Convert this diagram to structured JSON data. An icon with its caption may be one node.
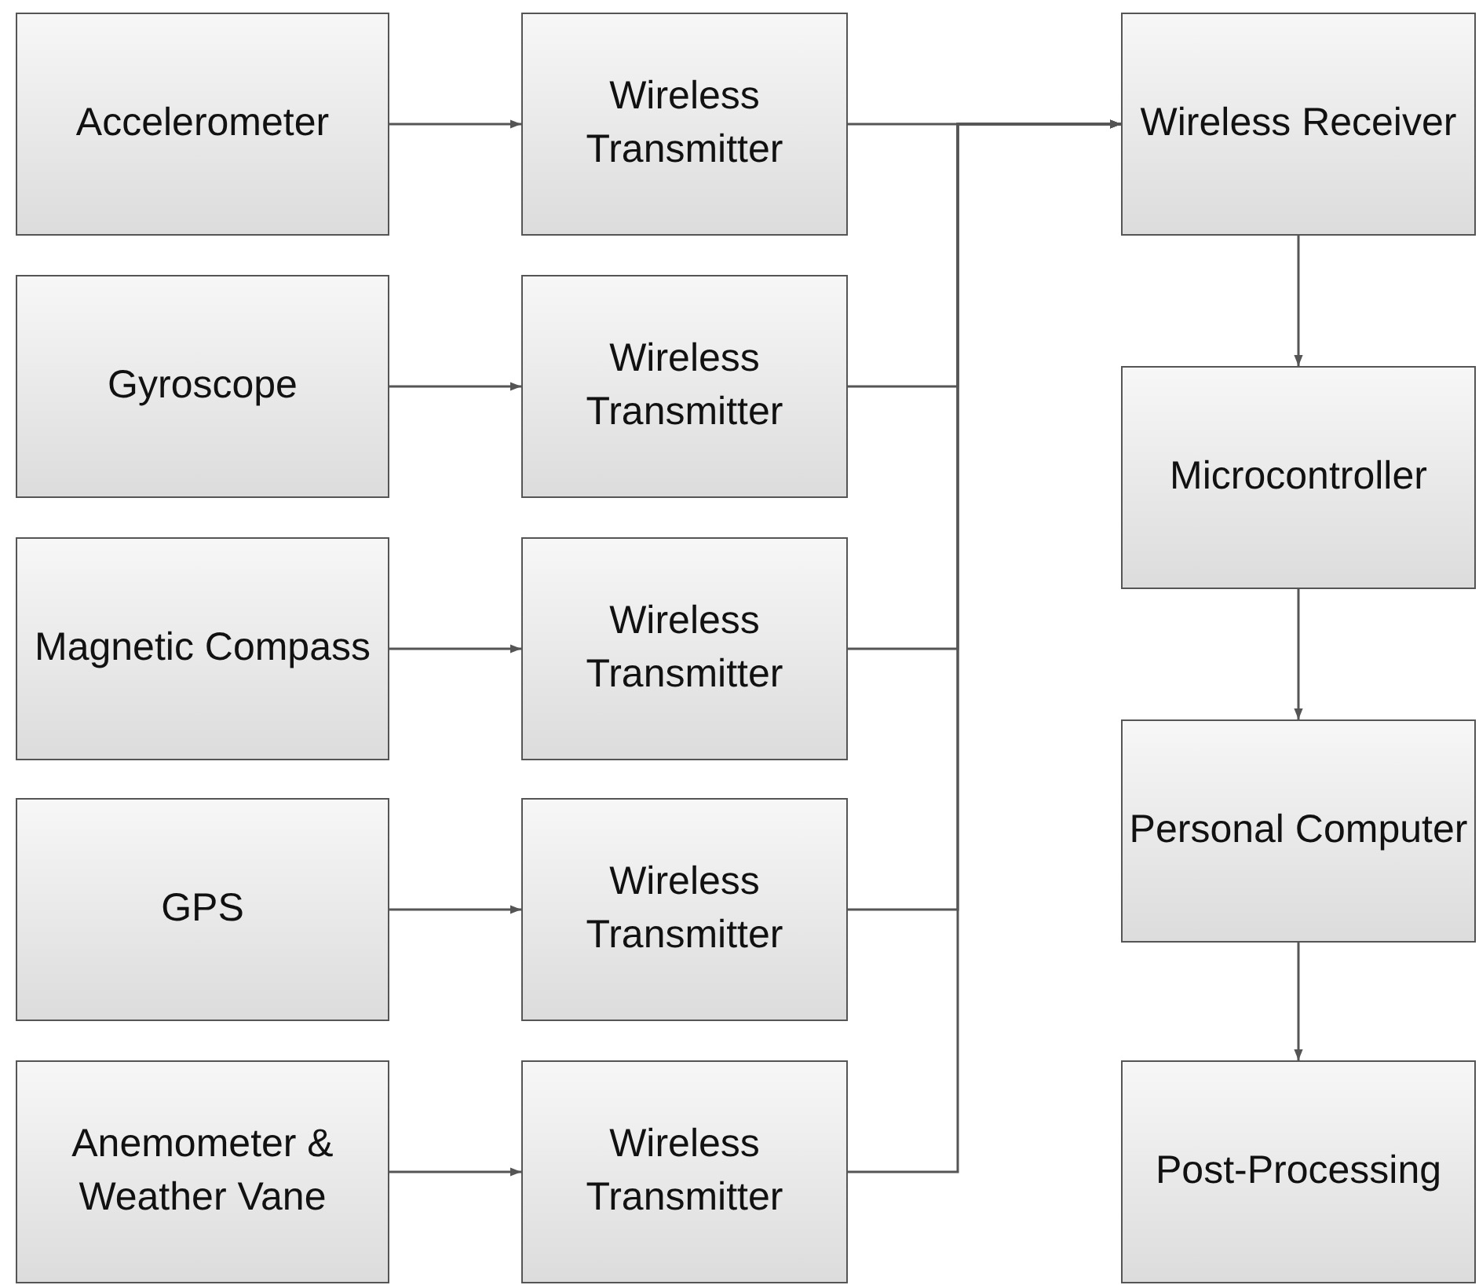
{
  "diagram": {
    "nodes": [
      {
        "text": [
          "Accelerometer"
        ]
      },
      {
        "text": [
          "Gyroscope"
        ]
      },
      {
        "text": [
          "Magnetic Compass"
        ]
      },
      {
        "text": [
          "GPS"
        ]
      },
      {
        "text": [
          "Anemometer & Weather Vane"
        ]
      },
      {
        "text": [
          "Wireless Transmitter"
        ]
      },
      {
        "text": [
          "Wireless Transmitter"
        ]
      },
      {
        "text": [
          "Wireless Transmitter"
        ]
      },
      {
        "text": [
          "Wireless Transmitter"
        ]
      },
      {
        "text": [
          "Wireless Transmitter"
        ]
      },
      {
        "text": [
          "Wireless Receiver"
        ]
      },
      {
        "text": [
          "Microcontroller"
        ]
      },
      {
        "text": [
          "Personal Computer"
        ]
      },
      {
        "text": [
          "Post-Processing"
        ]
      }
    ],
    "edges": [
      {
        "from": 0,
        "to": 5,
        "arrow": "to"
      },
      {
        "from": 1,
        "to": 6,
        "arrow": "to"
      },
      {
        "from": 2,
        "to": 7,
        "arrow": "to"
      },
      {
        "from": 3,
        "to": 8,
        "arrow": "to"
      },
      {
        "from": 4,
        "to": 9,
        "arrow": "to"
      },
      {
        "from": 5,
        "to": 10,
        "arrow": "to"
      },
      {
        "from": 6,
        "to": 10,
        "arrow": "to"
      },
      {
        "from": 7,
        "to": 10,
        "arrow": "to"
      },
      {
        "from": 8,
        "to": 10,
        "arrow": "to"
      },
      {
        "from": 9,
        "to": 10,
        "arrow": "to"
      },
      {
        "from": 10,
        "to": 11,
        "arrow": "to"
      },
      {
        "from": 11,
        "to": 12,
        "arrow": "to"
      },
      {
        "from": 12,
        "to": 13,
        "arrow": "to"
      }
    ]
  }
}
